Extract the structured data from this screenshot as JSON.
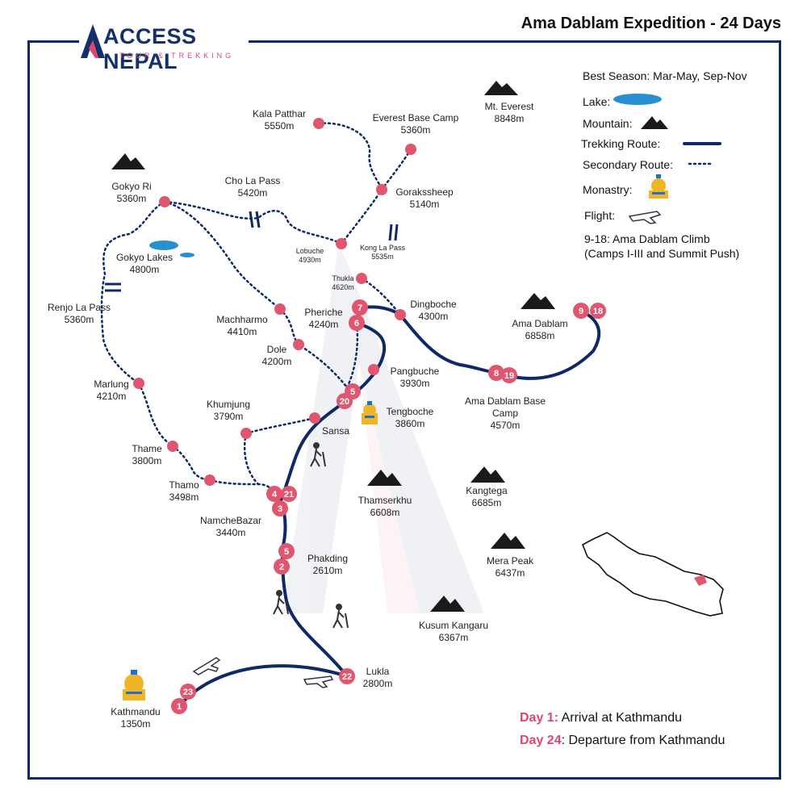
{
  "title": "Ama Dablam Expedition - 24 Days",
  "logo": {
    "brand": "ACCESS NEPAL",
    "tagline": "TOUR & TREKKING"
  },
  "colors": {
    "frame": "#0d2a66",
    "route": "#0d2a66",
    "stop": "#e0566e",
    "accent_text": "#e0466e",
    "lake": "#2a8fd0"
  },
  "legend": {
    "season": "Best Season: Mar-May, Sep-Nov",
    "lake": "Lake:",
    "mountain": "Mountain:",
    "trek": "Trekking Route:",
    "secondary": "Secondary Route:",
    "monastery": "Monastry:",
    "flight": "Flight:",
    "climb_line1": "9-18: Ama Dablam Climb",
    "climb_line2": "(Camps I-III and Summit Push)"
  },
  "places": {
    "kala": {
      "name": "Kala Patthar",
      "alt": "5550m"
    },
    "ebc": {
      "name": "Everest Base Camp",
      "alt": "5360m"
    },
    "everest": {
      "name": "Mt. Everest",
      "alt": "8848m"
    },
    "gokyori": {
      "name": "Gokyo Ri",
      "alt": "5360m"
    },
    "chola": {
      "name": "Cho La Pass",
      "alt": "5420m"
    },
    "gorak": {
      "name": "Gorakssheep",
      "alt": "5140m"
    },
    "gokyolakes": {
      "name": "Gokyo Lakes",
      "alt": "4800m"
    },
    "lobuche": {
      "name": "Lobuche",
      "alt": "4930m"
    },
    "kongla": {
      "name": "Kong La Pass",
      "alt": "5535m"
    },
    "thukla": {
      "name": "Thukla",
      "alt": "4620m"
    },
    "renjo": {
      "name": "Renjo La Pass",
      "alt": "5360m"
    },
    "pheriche": {
      "name": "Pheriche",
      "alt": "4240m"
    },
    "dingboche": {
      "name": "Dingboche",
      "alt": "4300m"
    },
    "amadablam": {
      "name": "Ama Dablam",
      "alt": "6858m"
    },
    "machh": {
      "name": "Machharmo",
      "alt": "4410m"
    },
    "dole": {
      "name": "Dole",
      "alt": "4200m"
    },
    "pangbuche": {
      "name": "Pangbuche",
      "alt": "3930m"
    },
    "marlung": {
      "name": "Marlung",
      "alt": "4210m"
    },
    "adbc_name": "Ama Dablam Base",
    "adbc_name2": "Camp",
    "adbc_alt": "4570m",
    "khumjung": {
      "name": "Khumjung",
      "alt": "3790m"
    },
    "tengboche": {
      "name": "Tengboche",
      "alt": "3860m"
    },
    "sansa": {
      "name": "Sansa"
    },
    "thame": {
      "name": "Thame",
      "alt": "3800m"
    },
    "thamo": {
      "name": "Thamo",
      "alt": "3498m"
    },
    "kangtega": {
      "name": "Kangtega",
      "alt": "6685m"
    },
    "thamserku": {
      "name": "Thamserkhu",
      "alt": "6608m"
    },
    "namche": {
      "name": "NamcheBazar",
      "alt": "3440m"
    },
    "merapeak": {
      "name": "Mera Peak",
      "alt": "6437m"
    },
    "phakding": {
      "name": "Phakding",
      "alt": "2610m"
    },
    "kusum": {
      "name": "Kusum Kangaru",
      "alt": "6367m"
    },
    "lukla": {
      "name": "Lukla",
      "alt": "2800m"
    },
    "kathmandu": {
      "name": "Kathmandu",
      "alt": "1350m"
    }
  },
  "days": {
    "d1_label": "Day 1:",
    "d1_text": " Arrival at Kathmandu",
    "d24_label": "Day 24",
    "d24_text": ": Departure from Kathmandu"
  },
  "stops": [
    {
      "text": "7"
    },
    {
      "text": "6"
    },
    {
      "text": "9"
    },
    {
      "text": "18"
    },
    {
      "text": "8"
    },
    {
      "text": "19"
    },
    {
      "text": "5"
    },
    {
      "text": "20"
    },
    {
      "text": "4"
    },
    {
      "text": "21"
    },
    {
      "text": "3"
    },
    {
      "text": "5"
    },
    {
      "text": "2"
    },
    {
      "text": "22"
    },
    {
      "text": "23"
    },
    {
      "text": "1"
    }
  ]
}
